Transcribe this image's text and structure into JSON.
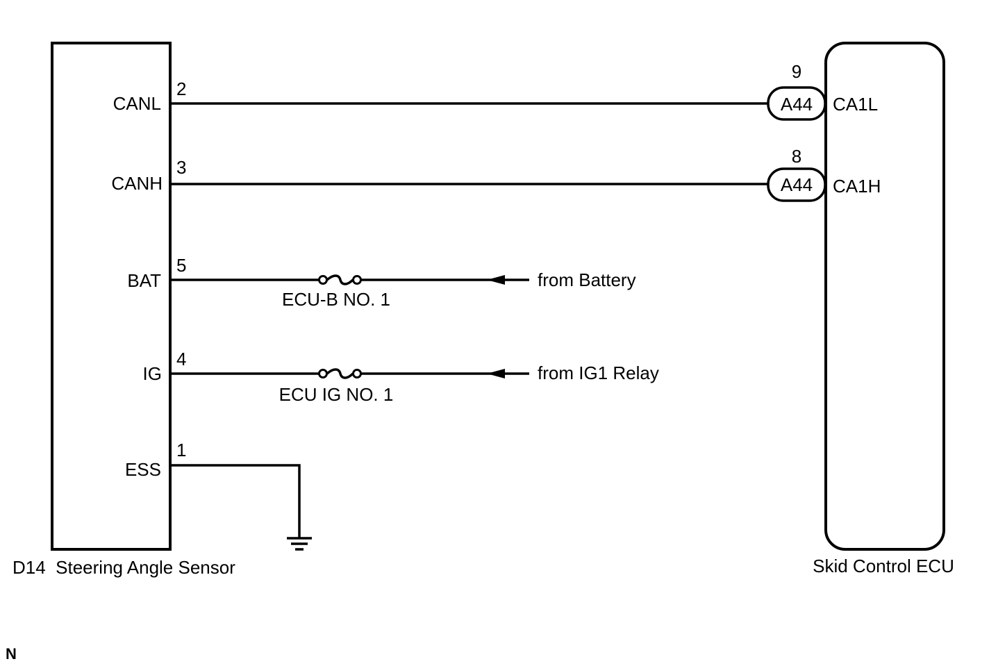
{
  "sensor": {
    "label": "D14  Steering Angle Sensor",
    "pins": {
      "canl": {
        "name": "CANL",
        "num": "2"
      },
      "canh": {
        "name": "CANH",
        "num": "3"
      },
      "bat": {
        "name": "BAT",
        "num": "5"
      },
      "ig": {
        "name": "IG",
        "num": "4"
      },
      "ess": {
        "name": "ESS",
        "num": "1"
      }
    }
  },
  "ecu": {
    "label": "Skid Control ECU",
    "pins": {
      "ca1l": {
        "name": "CA1L",
        "num": "9",
        "connector": "A44"
      },
      "ca1h": {
        "name": "CA1H",
        "num": "8",
        "connector": "A44"
      }
    }
  },
  "fuses": {
    "bat": {
      "label": "ECU-B NO. 1",
      "source": "from Battery"
    },
    "ig": {
      "label": "ECU IG NO. 1",
      "source": "from IG1 Relay"
    }
  },
  "corner_mark": "N"
}
